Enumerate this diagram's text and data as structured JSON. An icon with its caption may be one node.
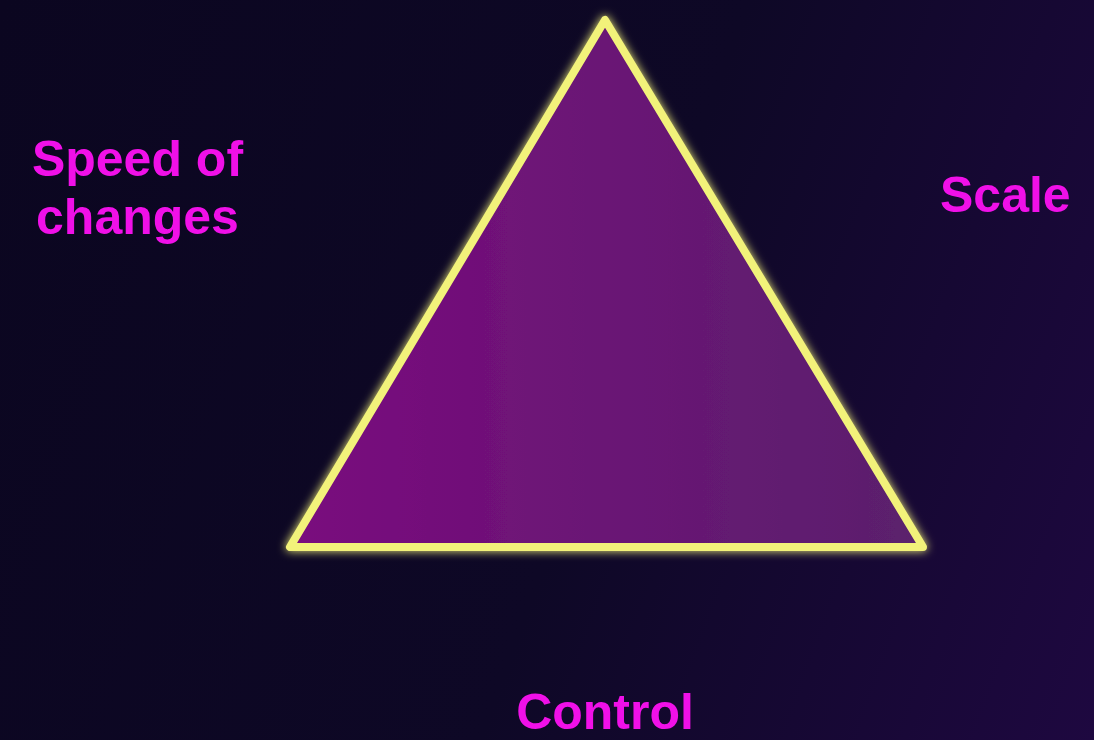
{
  "diagram": {
    "labels": [
      "Speed of changes",
      "Scale",
      "Control"
    ]
  }
}
